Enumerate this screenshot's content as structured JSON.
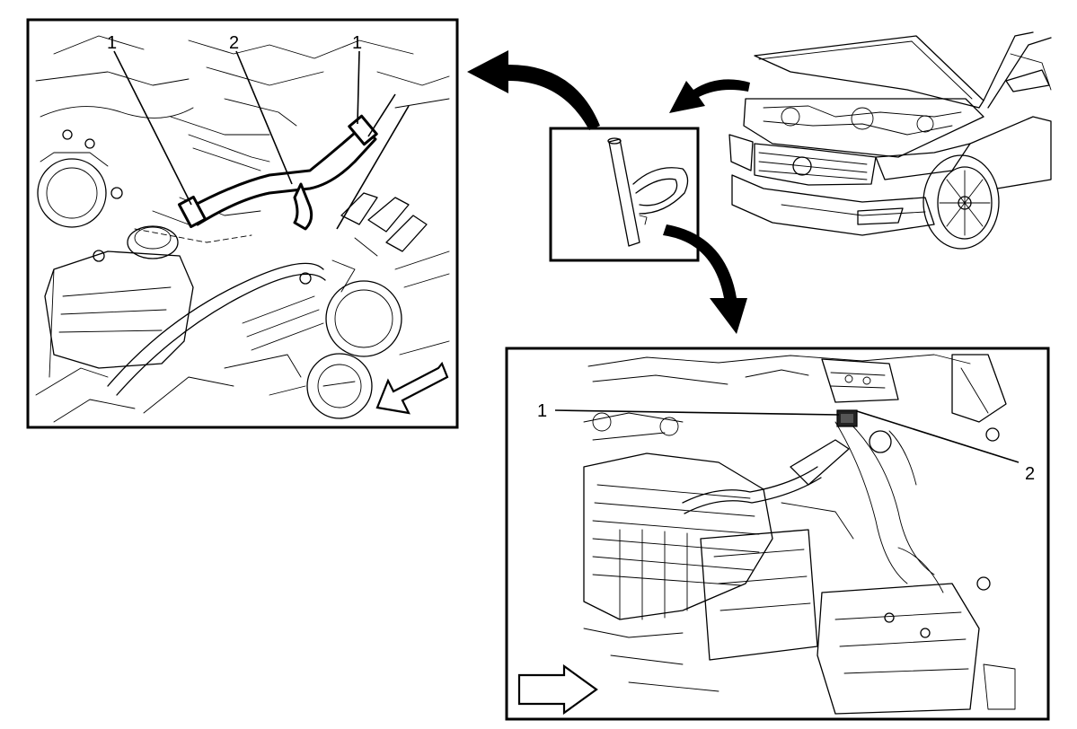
{
  "diagram": {
    "callouts": {
      "top_left_left": "1",
      "top_left_center": "2",
      "top_left_right": "1",
      "bottom_right_left": "1",
      "bottom_right_right": "2"
    }
  }
}
